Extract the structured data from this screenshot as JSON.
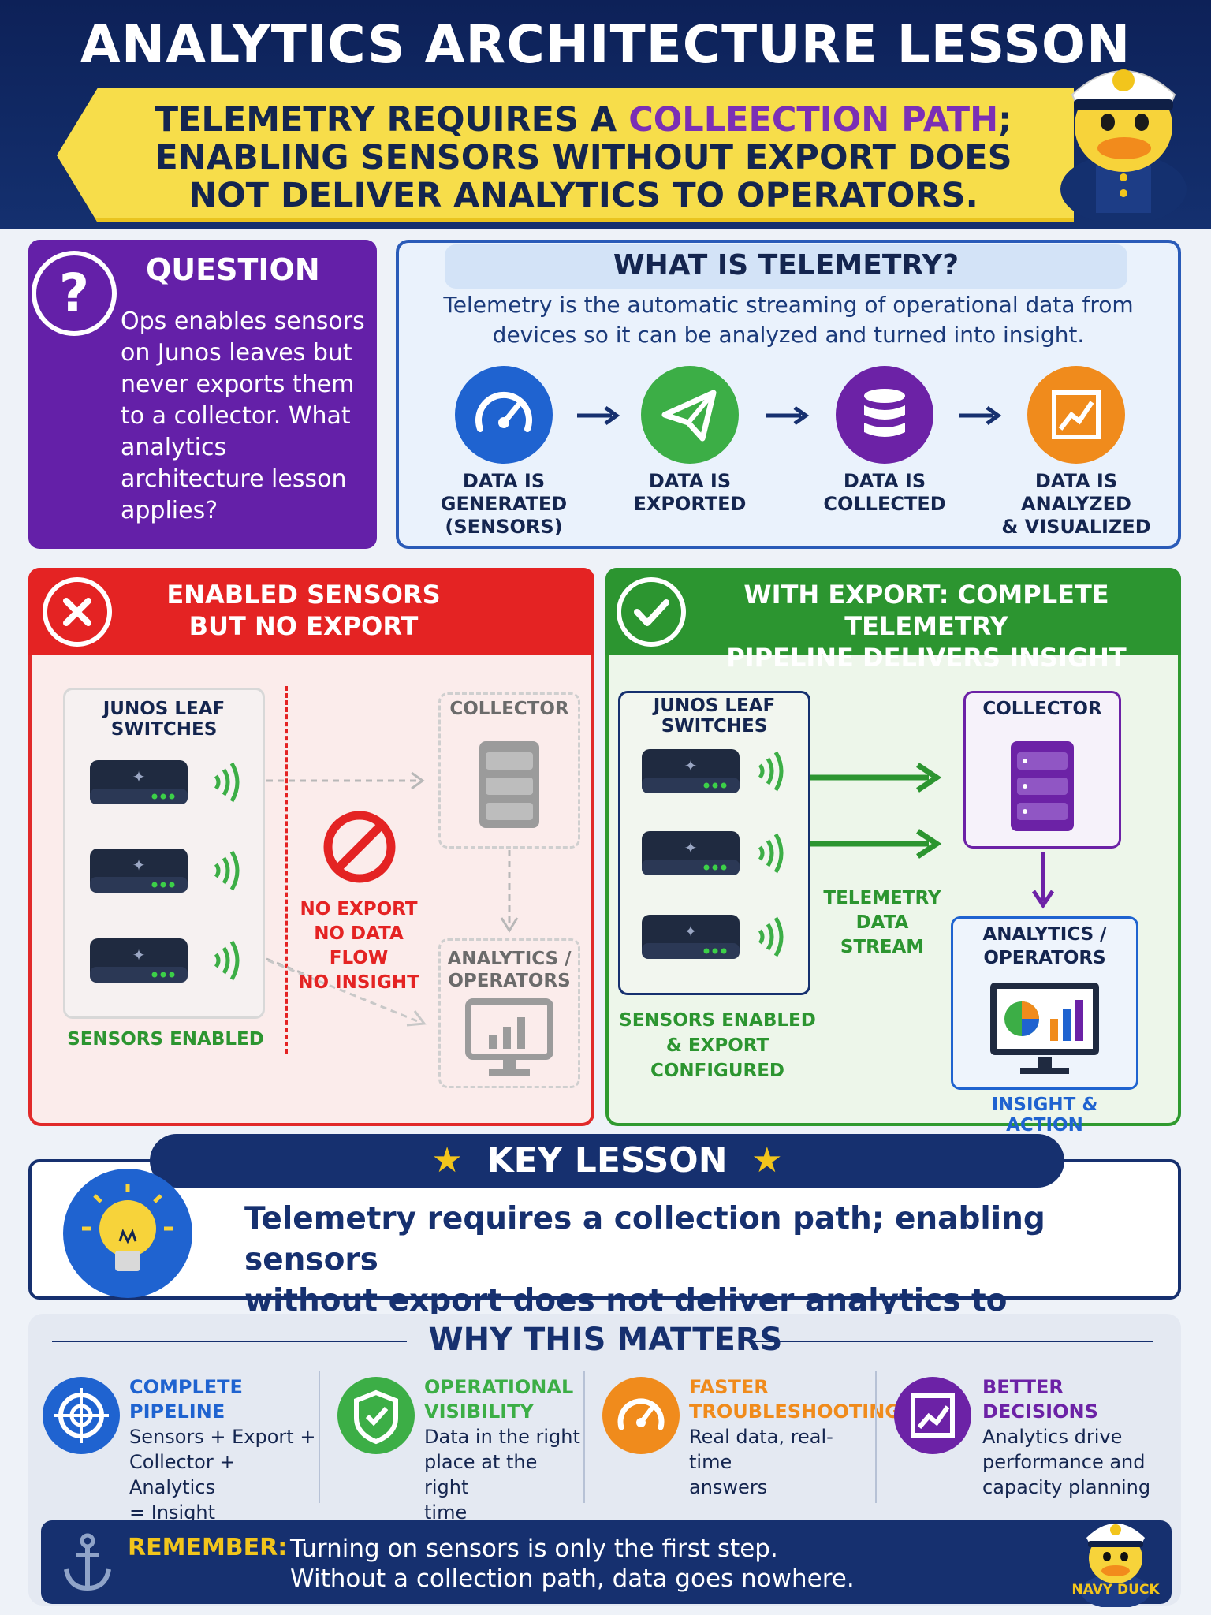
{
  "header": {
    "title": "ANALYTICS ARCHITECTURE LESSON",
    "banner_part1": "TELEMETRY REQUIRES A ",
    "banner_highlight": "COLLEECTION PATH",
    "banner_part2": ";",
    "banner_line2": "ENABLING SENSORS WITHOUT EXPORT DOES",
    "banner_line3": "NOT DELIVER ANALYTICS TO OPERATORS."
  },
  "question": {
    "icon": "?",
    "title": "QUESTION",
    "body": "Ops enables sensors on Junos leaves but never exports them to a collector. What analytics architecture lesson applies?"
  },
  "telemetry": {
    "title": "WHAT IS TELEMETRY?",
    "description": "Telemetry is the automatic streaming of operational data from devices so it can be analyzed and turned into insight.",
    "steps": [
      {
        "line1": "DATA IS",
        "line2": "GENERATED",
        "line3": "(SENSORS)",
        "icon": "gauge-icon",
        "color": "#1f63d0"
      },
      {
        "line1": "DATA IS",
        "line2": "EXPORTED",
        "line3": "",
        "icon": "paper-plane-icon",
        "color": "#3cae46"
      },
      {
        "line1": "DATA IS",
        "line2": "COLLECTED",
        "line3": "",
        "icon": "database-icon",
        "color": "#6c22a6"
      },
      {
        "line1": "DATA IS",
        "line2": "ANALYZED",
        "line3": "& VISUALIZED",
        "icon": "chart-icon",
        "color": "#f08b1c"
      }
    ]
  },
  "bad": {
    "title_line1": "ENABLED SENSORS",
    "title_line2": "BUT NO EXPORT",
    "switches_label": "JUNOS LEAF SWITCHES",
    "collector_label": "COLLECTOR",
    "analytics_label_line1": "ANALYTICS /",
    "analytics_label_line2": "OPERATORS",
    "no_export": "NO EXPORT",
    "no_flow": "NO DATA FLOW",
    "no_insight": "NO INSIGHT",
    "sensors_enabled": "SENSORS ENABLED",
    "color": "#e42323"
  },
  "good": {
    "title_line1": "WITH EXPORT: COMPLETE TELEMETRY",
    "title_line2": "PIPELINE DELIVERS INSIGHT",
    "switches_label": "JUNOS LEAF SWITCHES",
    "collector_label": "COLLECTOR",
    "analytics_label_line1": "ANALYTICS /",
    "analytics_label_line2": "OPERATORS",
    "stream_line1": "TELEMETRY",
    "stream_line2": "DATA STREAM",
    "sensors_line1": "SENSORS ENABLED",
    "sensors_line2": "& EXPORT CONFIGURED",
    "insight": "INSIGHT & ACTION",
    "color": "#2c9530"
  },
  "key_lesson": {
    "title": "KEY LESSON",
    "star": "★",
    "text_line1": "Telemetry requires a collection path; enabling sensors",
    "text_line2": "without export does not deliver analytics to operators."
  },
  "why": {
    "title": "WHY THIS MATTERS",
    "items": [
      {
        "h1": "COMPLETE PIPELINE",
        "h2": "",
        "body": [
          "Sensors + Export +",
          "Collector + Analytics",
          "= Insight"
        ],
        "color": "#1f63d0",
        "icon": "target-icon"
      },
      {
        "h1": "OPERATIONAL",
        "h2": "VISIBILITY",
        "body": [
          "Data in the right",
          "place at the right",
          "time"
        ],
        "color": "#3cae46",
        "icon": "shield-icon"
      },
      {
        "h1": "FASTER",
        "h2": "TROUBLESHOOTING",
        "body": [
          "Real data, real-time",
          "answers"
        ],
        "color": "#f08b1c",
        "icon": "speedometer-icon"
      },
      {
        "h1": "BETTER DECISIONS",
        "h2": "",
        "body": [
          "Analytics drive",
          "performance and",
          "capacity planning"
        ],
        "color": "#6c22a6",
        "icon": "growth-chart-icon"
      }
    ]
  },
  "remember": {
    "label": "REMEMBER:",
    "line1": "Turning on sensors is only the first step.",
    "line2": "Without a collection path, data goes nowhere.",
    "badge": "NAVY DUCK"
  }
}
